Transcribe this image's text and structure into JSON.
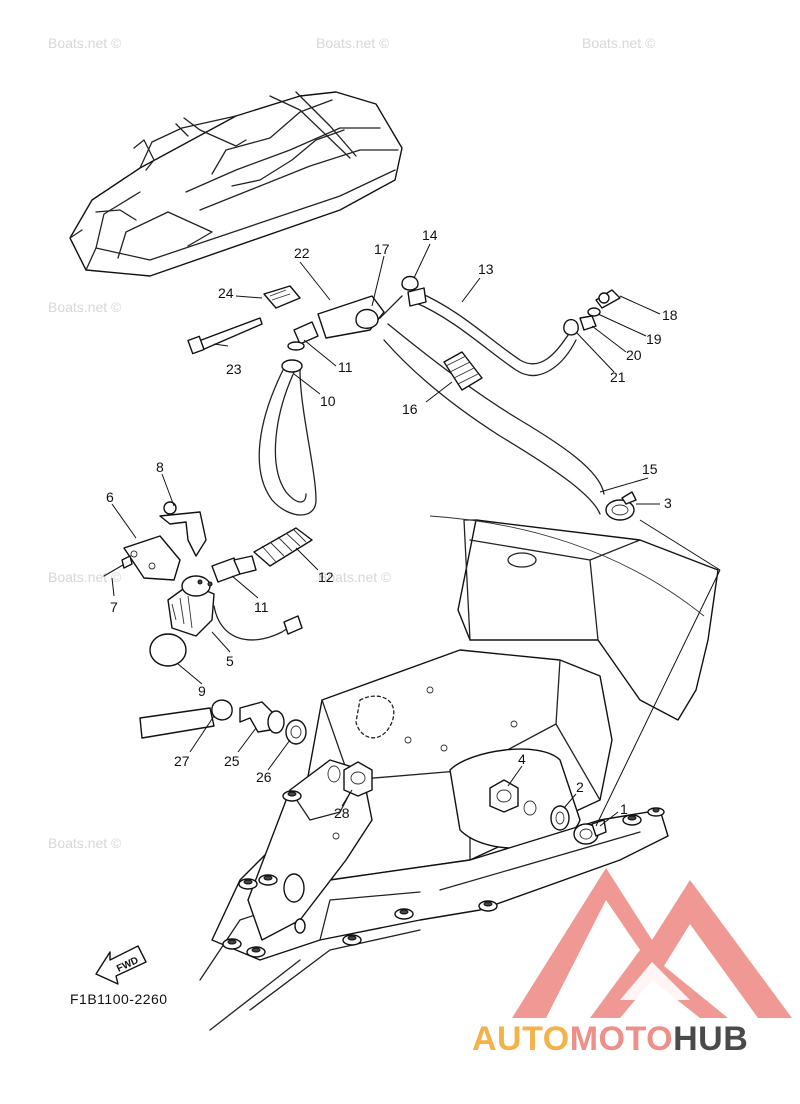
{
  "diagram_code": "F1B1100-2260",
  "fwd_label": "FWD",
  "watermark": "Boats.net ©",
  "brand": {
    "part1": "AUTO",
    "part2": "MOTO",
    "part3": "HUB",
    "colors": {
      "auto": "#f3b24a",
      "moto": "#ef8f8a",
      "hub": "#4a4a4a",
      "logo": "#ef8f8a"
    }
  },
  "callouts": [
    "1",
    "2",
    "3",
    "4",
    "5",
    "6",
    "7",
    "8",
    "9",
    "10",
    "11",
    "11",
    "12",
    "13",
    "14",
    "15",
    "16",
    "17",
    "18",
    "19",
    "20",
    "21",
    "22",
    "23",
    "24",
    "25",
    "26",
    "27",
    "28"
  ]
}
